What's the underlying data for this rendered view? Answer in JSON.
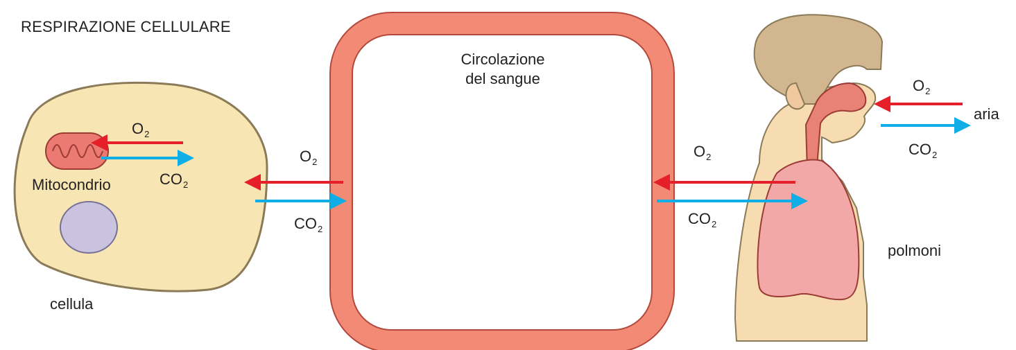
{
  "title": "RESPIRAZIONE CELLULARE",
  "labels": {
    "circulation_line1": "Circolazione",
    "circulation_line2": "del sangue",
    "mitochondrion": "Mitocondrio",
    "cell": "cellula",
    "lungs": "polmoni",
    "air": "aria"
  },
  "gases": {
    "oxygen": {
      "symbol": "O",
      "subscript": "2"
    },
    "carbon_dioxide": {
      "symbol": "CO",
      "subscript": "2"
    }
  },
  "colors": {
    "oxygen_arrow": "#e5202a",
    "co2_arrow": "#10aee6",
    "vessel": "#f28a76",
    "cell_fill": "#f7e6b4",
    "nucleus": "#c9c3e0",
    "mitochondrion": "#ea7a72",
    "skin": "#f6dcb0",
    "hair": "#d2b690",
    "lung_tissue": "#f2a8a6"
  }
}
